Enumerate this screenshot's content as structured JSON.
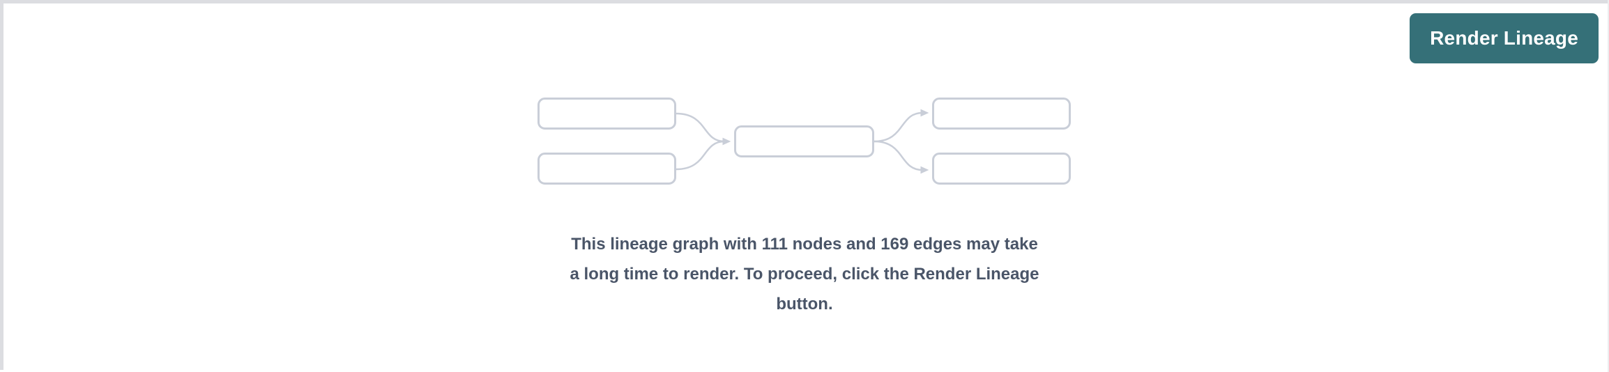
{
  "colors": {
    "accent": "#357078",
    "button-text": "#FFFFFF",
    "graph": "#C9CED8",
    "text": "#4A5568",
    "border": "#DCDDE1",
    "border-faint": "#ECEDEF"
  },
  "toolbar": {
    "render_button_label": "Render Lineage"
  },
  "notice": {
    "node_count": 111,
    "edge_count": 169,
    "lines": [
      "This lineage graph with 111 nodes and 169 edges may take",
      "a long time to render. To proceed, click the Render Lineage",
      "button."
    ]
  }
}
